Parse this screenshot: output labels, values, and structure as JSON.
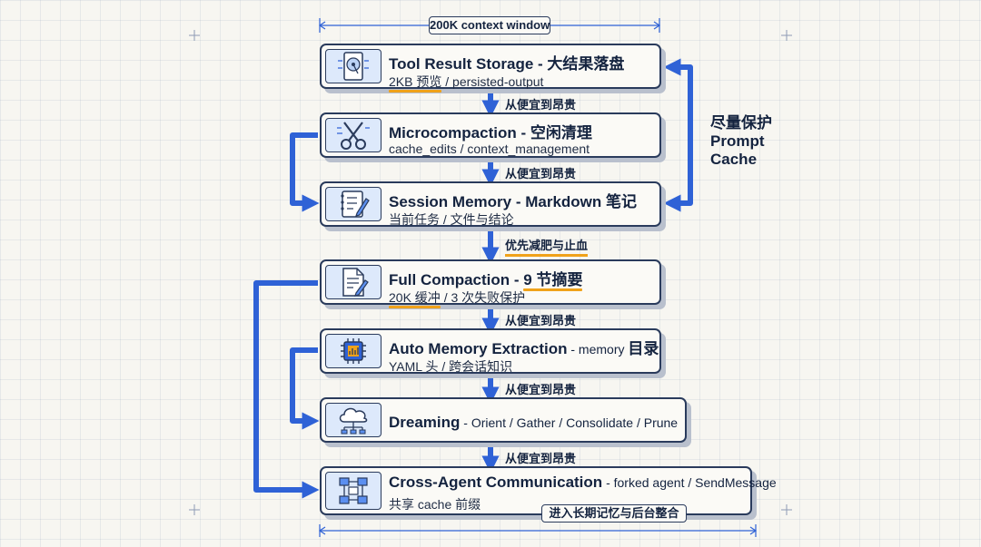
{
  "header": {
    "context_window": "200K context window"
  },
  "side_note": {
    "line1": "尽量保护",
    "line2": "Prompt",
    "line3": "Cache"
  },
  "step_label": "从便宜到昂贵",
  "middle_label": "优先减肥与止血",
  "footer_label": "进入长期记忆与后台整合",
  "colors": {
    "accent": "#2f62d6",
    "highlight": "#f0a21a",
    "ink": "#2a3b5c",
    "icon_bg": "#dde9fb"
  },
  "cards": [
    {
      "title": "Tool Result Storage - 大结果落盘",
      "sub_a": "2KB 预览",
      "sub_b": " / persisted-output",
      "icon": "hard-drive-icon"
    },
    {
      "title": "Microcompaction - 空闲清理",
      "sub": "cache_edits / context_management",
      "icon": "scissors-icon"
    },
    {
      "title": "Session Memory - Markdown 笔记",
      "sub": "当前任务 / 文件与结论",
      "icon": "notepad-pen-icon"
    },
    {
      "title_a": "Full Compaction - ",
      "title_b": "9 节摘要",
      "sub_a": "20K 缓冲",
      "sub_b": " / 3 次失败保护",
      "icon": "document-pen-icon"
    },
    {
      "title": "Auto Memory Extraction",
      "title_rest": " - memory ",
      "title_end": "目录",
      "sub": "YAML 头 / 跨会话知识",
      "icon": "chip-icon"
    },
    {
      "title": "Dreaming",
      "title_rest": " - Orient / Gather / Consolidate / Prune",
      "icon": "cloud-network-icon"
    },
    {
      "title": "Cross-Agent Communication",
      "title_rest": " - forked agent / SendMessage",
      "sub": "共享 cache 前缀",
      "icon": "agent-network-icon"
    }
  ]
}
